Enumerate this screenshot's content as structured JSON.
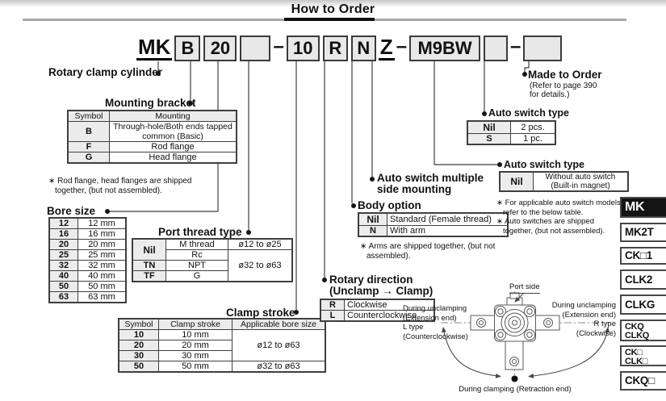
{
  "header": {
    "title": "How to Order"
  },
  "code": {
    "prefix": "MK",
    "mounting": "B",
    "bore": "20",
    "port": "",
    "dash1": "–",
    "stroke": "10",
    "direction": "R",
    "body": "N",
    "multi": "Z",
    "dash2": "–",
    "switch_model": "M9BW",
    "switch_qty": "",
    "dash3": "–",
    "made_to_order": ""
  },
  "sections": {
    "product_label": "Rotary clamp cylinder",
    "mounting": {
      "title": "Mounting bracket",
      "headers": [
        "Symbol",
        "Mounting"
      ],
      "rows": [
        {
          "symbol": "B",
          "desc": "Through-hole/Both ends tapped common (Basic)"
        },
        {
          "symbol": "F",
          "desc": "Rod flange"
        },
        {
          "symbol": "G",
          "desc": "Head flange"
        }
      ],
      "note": "∗ Rod flange, head flanges are shipped together, (but not assembled)."
    },
    "bore": {
      "title": "Bore size",
      "rows": [
        {
          "symbol": "12",
          "desc": "12 mm"
        },
        {
          "symbol": "16",
          "desc": "16 mm"
        },
        {
          "symbol": "20",
          "desc": "20 mm"
        },
        {
          "symbol": "25",
          "desc": "25 mm"
        },
        {
          "symbol": "32",
          "desc": "32 mm"
        },
        {
          "symbol": "40",
          "desc": "40 mm"
        },
        {
          "symbol": "50",
          "desc": "50 mm"
        },
        {
          "symbol": "63",
          "desc": "63 mm"
        }
      ]
    },
    "port": {
      "title": "Port thread type",
      "sym_nil": "Nil",
      "thread_m": "M thread",
      "size_small": "ø12 to ø25",
      "thread_rc": "Rc",
      "size_large": "ø32 to ø63",
      "sym_tn": "TN",
      "thread_npt": "NPT",
      "sym_tf": "TF",
      "thread_g": "G"
    },
    "stroke": {
      "title": "Clamp stroke",
      "headers": [
        "Symbol",
        "Clamp stroke",
        "Applicable bore size"
      ],
      "rows": [
        {
          "symbol": "10",
          "stroke": "10 mm"
        },
        {
          "symbol": "20",
          "stroke": "20 mm"
        },
        {
          "symbol": "30",
          "stroke": "30 mm"
        },
        {
          "symbol": "50",
          "stroke": "50 mm"
        }
      ],
      "bore_small": "ø12 to ø63",
      "bore_large": "ø32 to ø63"
    },
    "direction": {
      "title_line1": "Rotary direction",
      "title_line2": "(Unclamp → Clamp)",
      "rows": [
        {
          "symbol": "R",
          "desc": "Clockwise"
        },
        {
          "symbol": "L",
          "desc": "Counterclockwise"
        }
      ]
    },
    "body_option": {
      "title": "Body option",
      "rows": [
        {
          "symbol": "Nil",
          "desc": "Standard (Female thread)"
        },
        {
          "symbol": "N",
          "desc": "With arm"
        }
      ],
      "note": "∗ Arms are shipped together, (but not assembled)."
    },
    "multi_mount": {
      "line1": "Auto switch multiple",
      "line2": "side mounting"
    },
    "switch_qty": {
      "title": "Auto switch type",
      "rows": [
        {
          "symbol": "Nil",
          "desc": "2 pcs."
        },
        {
          "symbol": "S",
          "desc": "1 pc."
        }
      ]
    },
    "switch_type": {
      "title": "Auto switch type",
      "symbol": "Nil",
      "desc": "Without auto switch (Built-in magnet)",
      "note1": "∗ For applicable auto switch models, refer to the below table.",
      "note2": "∗ Auto switches are shipped together, (but not assembled)."
    },
    "made_to_order": {
      "title": "Made to Order",
      "note_line1": "(Refer to page 390",
      "note_line2": "for details.)"
    }
  },
  "diagram": {
    "port_side": "Port side",
    "left_label": [
      "During unclamping",
      "(Extension end)",
      "L type",
      "(Counterclockwise)"
    ],
    "right_label": [
      "During unclamping",
      "(Extension end)",
      "R type",
      "(Clockwise)"
    ],
    "bottom_label": "During clamping (Retraction end)"
  },
  "sidebar": {
    "tabs": [
      {
        "lines": [
          "MK"
        ]
      },
      {
        "lines": [
          "MK2T"
        ]
      },
      {
        "lines": [
          "CK□1"
        ]
      },
      {
        "lines": [
          "CLK2"
        ]
      },
      {
        "lines": [
          "CLKG"
        ]
      },
      {
        "lines": [
          "CKQ",
          "CLKQ"
        ]
      },
      {
        "lines": [
          "CK□",
          "CLK□"
        ]
      },
      {
        "lines": [
          "CKQ□"
        ]
      }
    ]
  },
  "colors": {
    "active_tab_bg": "#141414",
    "code_box_fill": "#e8e8e8",
    "table_header_bg": "#ececec"
  }
}
